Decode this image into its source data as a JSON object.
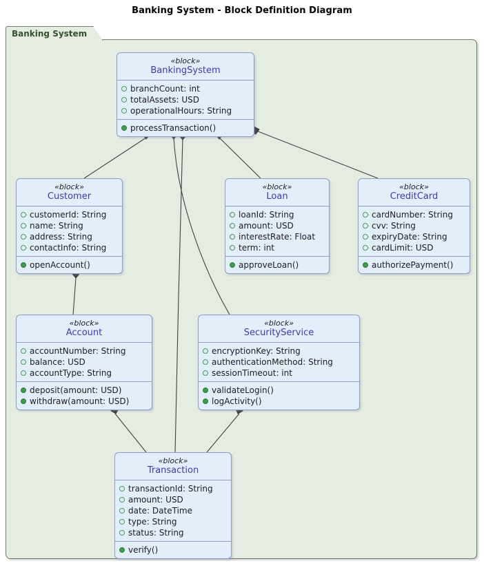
{
  "title": "Banking System - Block Definition Diagram",
  "package": {
    "label": "Banking System",
    "frame_color": "#6a8264",
    "fill_color": "#e5ece2"
  },
  "theme": {
    "block_fill": "#e3eefb",
    "block_border": "#8a9dc6",
    "block_name_color": "#3b3bb5",
    "attribute_marker_color": "#3f9e4d",
    "operation_marker_color": "#3f9e4d",
    "connector_color": "#3f3f3f"
  },
  "blocks": [
    {
      "id": "bankingsystem",
      "stereotype": "«block»",
      "name": "BankingSystem",
      "attributes": [
        "branchCount: int",
        "totalAssets: USD",
        "operationalHours: String"
      ],
      "operations": [
        "processTransaction()"
      ]
    },
    {
      "id": "customer",
      "stereotype": "«block»",
      "name": "Customer",
      "attributes": [
        "customerId: String",
        "name: String",
        "address: String",
        "contactInfo: String"
      ],
      "operations": [
        "openAccount()"
      ]
    },
    {
      "id": "loan",
      "stereotype": "«block»",
      "name": "Loan",
      "attributes": [
        "loanId: String",
        "amount: USD",
        "interestRate: Float",
        "term: int"
      ],
      "operations": [
        "approveLoan()"
      ]
    },
    {
      "id": "creditcard",
      "stereotype": "«block»",
      "name": "CreditCard",
      "attributes": [
        "cardNumber: String",
        "cvv: String",
        "expiryDate: String",
        "cardLimit: USD"
      ],
      "operations": [
        "authorizePayment()"
      ]
    },
    {
      "id": "account",
      "stereotype": "«block»",
      "name": "Account",
      "attributes": [
        "accountNumber: String",
        "balance: USD",
        "accountType: String"
      ],
      "operations": [
        "deposit(amount: USD)",
        "withdraw(amount: USD)"
      ]
    },
    {
      "id": "securityservice",
      "stereotype": "«block»",
      "name": "SecurityService",
      "attributes": [
        "encryptionKey: String",
        "authenticationMethod: String",
        "sessionTimeout: int"
      ],
      "operations": [
        "validateLogin()",
        "logActivity()"
      ]
    },
    {
      "id": "transaction",
      "stereotype": "«block»",
      "name": "Transaction",
      "attributes": [
        "transactionId: String",
        "amount: USD",
        "date: DateTime",
        "type: String",
        "status: String"
      ],
      "operations": [
        "verify()"
      ]
    }
  ],
  "relationships": [
    {
      "type": "composition",
      "from": "bankingsystem",
      "to": "customer"
    },
    {
      "type": "composition",
      "from": "bankingsystem",
      "to": "loan"
    },
    {
      "type": "composition",
      "from": "bankingsystem",
      "to": "creditcard"
    },
    {
      "type": "composition",
      "from": "bankingsystem",
      "to": "securityservice"
    },
    {
      "type": "composition",
      "from": "bankingsystem",
      "to": "transaction"
    },
    {
      "type": "composition",
      "from": "customer",
      "to": "account"
    },
    {
      "type": "composition",
      "from": "account",
      "to": "transaction"
    },
    {
      "type": "composition",
      "from": "securityservice",
      "to": "transaction"
    }
  ]
}
